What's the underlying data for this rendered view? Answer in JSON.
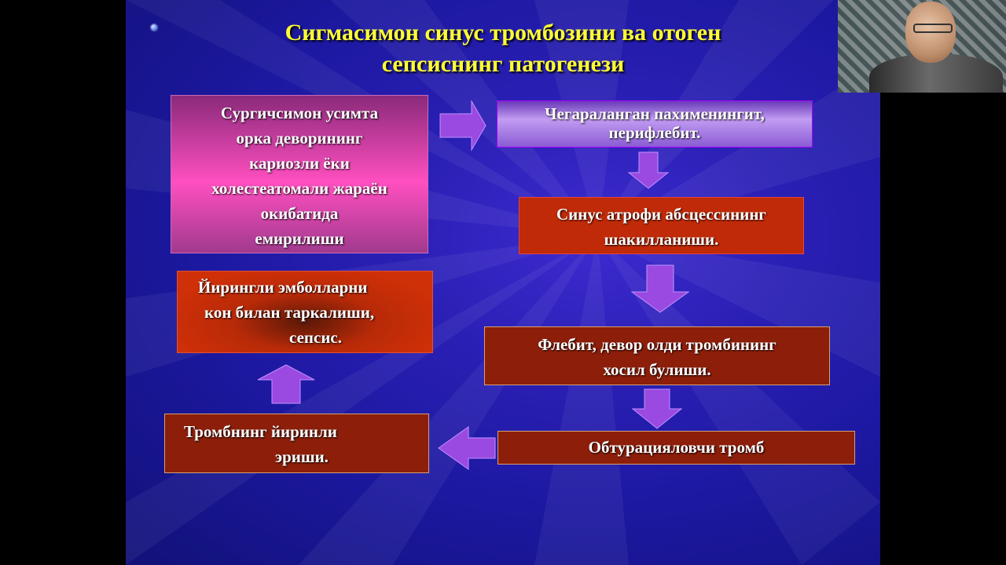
{
  "slide": {
    "title_line1": "Сигмасимон синус тромбозини ва отоген",
    "title_line2": "сепсиснинг патогенези"
  },
  "boxes": {
    "box1": [
      "Сургичсимон усимта",
      "орка деворининг",
      "кариозли ёки",
      "холестеатомали жараён",
      "окибатида",
      "емирилиши"
    ],
    "box2": [
      "Чегараланган пахименингит,",
      "перифлебит."
    ],
    "box3": [
      "Синус атрофи абсцессининг",
      "шакилланиши."
    ],
    "box4": [
      "Флебит, девор олди  тромбининг",
      "хосил булиши."
    ],
    "box5": [
      "Обтурацияловчи тромб"
    ],
    "box6": [
      "Тромбнинг йиринли",
      "эриши."
    ],
    "box7": [
      "Йирингли эмболларни",
      "кон билан таркалиши,",
      "сепсис."
    ]
  },
  "colors": {
    "title": "#ffff33",
    "background": "#2a1fb4",
    "arrow": "#9a4ae0",
    "box_dark_red": "#8c1e0a",
    "box_red": "#c02a08",
    "box_pink": "#ff4fc0",
    "box_lilac": "#c29cf2"
  },
  "icons": {
    "bullet": "round-bullet-icon",
    "arrow": "block-arrow-icon"
  }
}
